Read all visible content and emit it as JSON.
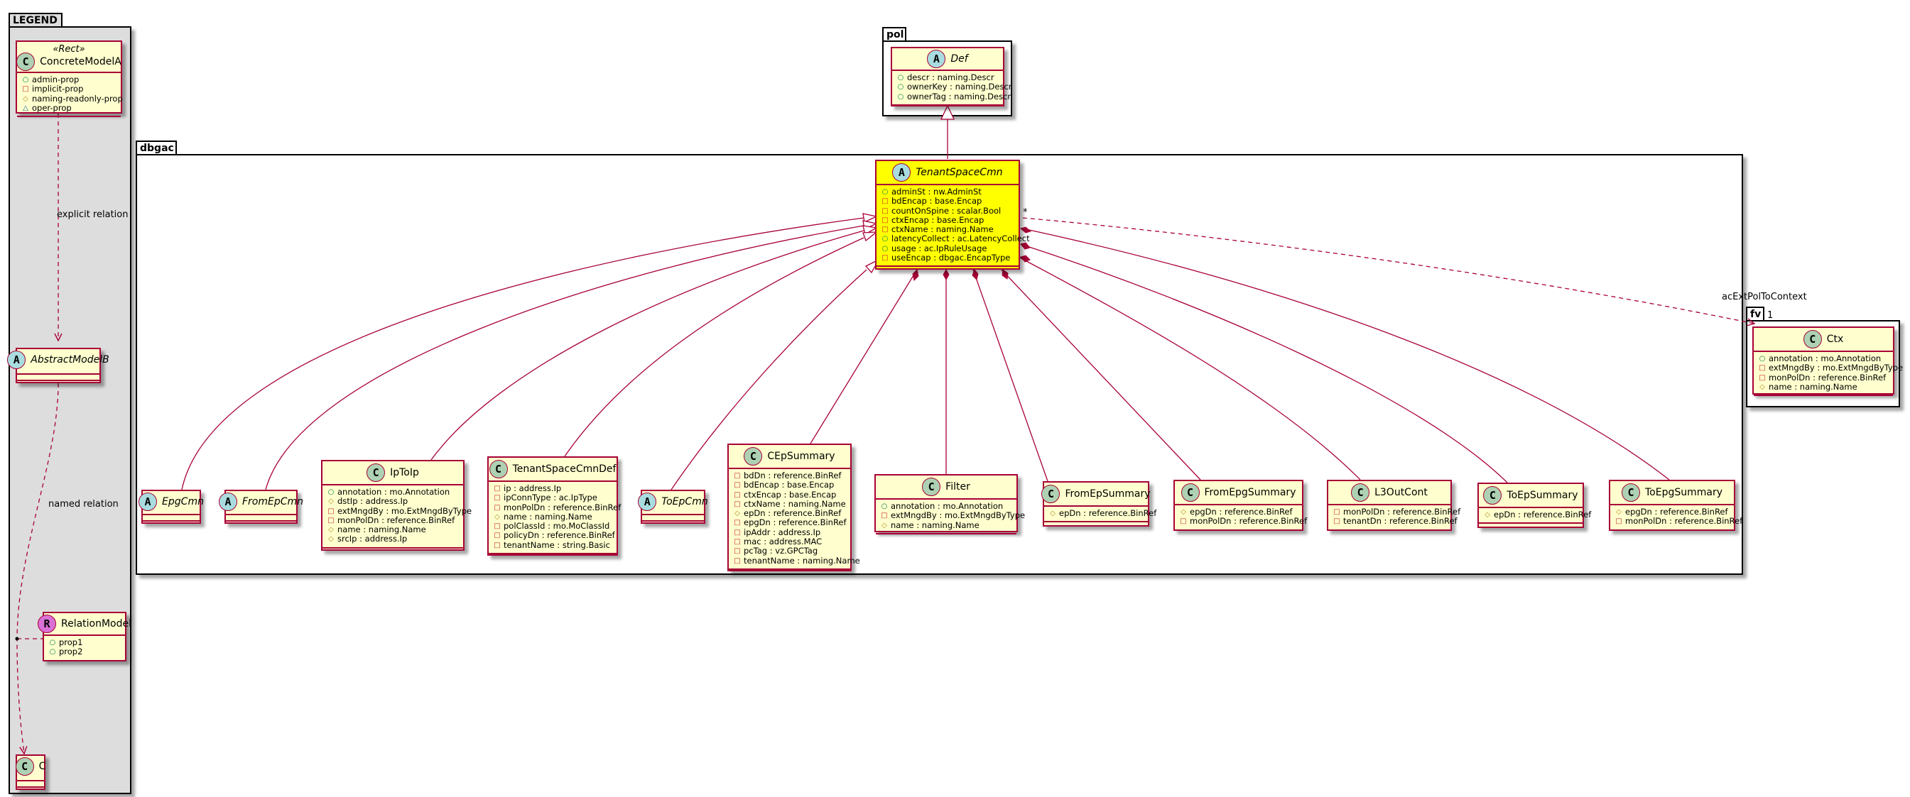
{
  "packages": {
    "legend": "LEGEND",
    "pol": "pol",
    "dbgac": "dbgac",
    "fv": "fv"
  },
  "legend": {
    "stereotype": "«Rect»",
    "concrete": {
      "name": "ConcreteModelA",
      "props": [
        {
          "vis": "+",
          "text": "admin-prop"
        },
        {
          "vis": "-",
          "text": "implicit-prop"
        },
        {
          "vis": "#",
          "text": "naming-readonly-prop"
        },
        {
          "vis": "~",
          "text": "oper-prop"
        }
      ]
    },
    "abstract_name": "AbstractModelB",
    "relation": {
      "name": "RelationModel",
      "props": [
        {
          "vis": "+",
          "text": "prop1"
        },
        {
          "vis": "+",
          "text": "prop2"
        }
      ]
    },
    "c_name": "C",
    "explicit_label": "explicit relation",
    "named_label": "named relation"
  },
  "classes": {
    "def": {
      "name": "Def",
      "props": [
        {
          "vis": "+",
          "text": "descr : naming.Descr"
        },
        {
          "vis": "+",
          "text": "ownerKey : naming.Descr"
        },
        {
          "vis": "+",
          "text": "ownerTag : naming.Descr"
        }
      ]
    },
    "tenantspacecmn": {
      "name": "TenantSpaceCmn",
      "props": [
        {
          "vis": "+",
          "text": "adminSt : nw.AdminSt"
        },
        {
          "vis": "-",
          "text": "bdEncap : base.Encap"
        },
        {
          "vis": "-",
          "text": "countOnSpine : scalar.Bool"
        },
        {
          "vis": "-",
          "text": "ctxEncap : base.Encap"
        },
        {
          "vis": "-",
          "text": "ctxName : naming.Name"
        },
        {
          "vis": "+",
          "text": "latencyCollect : ac.LatencyCollect"
        },
        {
          "vis": "+",
          "text": "usage : ac.IpRuleUsage"
        },
        {
          "vis": "-",
          "text": "useEncap : dbgac.EncapType"
        }
      ]
    },
    "epgcmn": {
      "name": "EpgCmn",
      "props": []
    },
    "fromepcmn": {
      "name": "FromEpCmn",
      "props": []
    },
    "iptoip": {
      "name": "IpToIp",
      "props": [
        {
          "vis": "+",
          "text": "annotation : mo.Annotation"
        },
        {
          "vis": "#",
          "text": "dstIp : address.Ip"
        },
        {
          "vis": "-",
          "text": "extMngdBy : mo.ExtMngdByType"
        },
        {
          "vis": "-",
          "text": "monPolDn : reference.BinRef"
        },
        {
          "vis": "#",
          "text": "name : naming.Name"
        },
        {
          "vis": "#",
          "text": "srcIp : address.Ip"
        }
      ]
    },
    "tenantspacecmndef": {
      "name": "TenantSpaceCmnDef",
      "props": [
        {
          "vis": "-",
          "text": "ip : address.Ip"
        },
        {
          "vis": "-",
          "text": "ipConnType : ac.IpType"
        },
        {
          "vis": "-",
          "text": "monPolDn : reference.BinRef"
        },
        {
          "vis": "#",
          "text": "name : naming.Name"
        },
        {
          "vis": "-",
          "text": "polClassId : mo.MoClassId"
        },
        {
          "vis": "-",
          "text": "policyDn : reference.BinRef"
        },
        {
          "vis": "-",
          "text": "tenantName : string.Basic"
        }
      ]
    },
    "toepcmn": {
      "name": "ToEpCmn",
      "props": []
    },
    "cepsummary": {
      "name": "CEpSummary",
      "props": [
        {
          "vis": "-",
          "text": "bdDn : reference.BinRef"
        },
        {
          "vis": "-",
          "text": "bdEncap : base.Encap"
        },
        {
          "vis": "-",
          "text": "ctxEncap : base.Encap"
        },
        {
          "vis": "-",
          "text": "ctxName : naming.Name"
        },
        {
          "vis": "#",
          "text": "epDn : reference.BinRef"
        },
        {
          "vis": "-",
          "text": "epgDn : reference.BinRef"
        },
        {
          "vis": "-",
          "text": "ipAddr : address.Ip"
        },
        {
          "vis": "-",
          "text": "mac : address.MAC"
        },
        {
          "vis": "-",
          "text": "pcTag : vz.GPCTag"
        },
        {
          "vis": "-",
          "text": "tenantName : naming.Name"
        }
      ]
    },
    "filter": {
      "name": "Filter",
      "props": [
        {
          "vis": "+",
          "text": "annotation : mo.Annotation"
        },
        {
          "vis": "-",
          "text": "extMngdBy : mo.ExtMngdByType"
        },
        {
          "vis": "#",
          "text": "name : naming.Name"
        }
      ]
    },
    "fromepsummary": {
      "name": "FromEpSummary",
      "props": [
        {
          "vis": "#",
          "text": "epDn : reference.BinRef"
        }
      ]
    },
    "fromepgsummary": {
      "name": "FromEpgSummary",
      "props": [
        {
          "vis": "#",
          "text": "epgDn : reference.BinRef"
        },
        {
          "vis": "-",
          "text": "monPolDn : reference.BinRef"
        }
      ]
    },
    "l3outcont": {
      "name": "L3OutCont",
      "props": [
        {
          "vis": "-",
          "text": "monPolDn : reference.BinRef"
        },
        {
          "vis": "-",
          "text": "tenantDn : reference.BinRef"
        }
      ]
    },
    "toepsummary": {
      "name": "ToEpSummary",
      "props": [
        {
          "vis": "#",
          "text": "epDn : reference.BinRef"
        }
      ]
    },
    "toepgsummary": {
      "name": "ToEpgSummary",
      "props": [
        {
          "vis": "#",
          "text": "epgDn : reference.BinRef"
        },
        {
          "vis": "-",
          "text": "monPolDn : reference.BinRef"
        }
      ]
    },
    "ctx": {
      "name": "Ctx",
      "props": [
        {
          "vis": "+",
          "text": "annotation : mo.Annotation"
        },
        {
          "vis": "-",
          "text": "extMngdBy : mo.ExtMngdByType"
        },
        {
          "vis": "-",
          "text": "monPolDn : reference.BinRef"
        },
        {
          "vis": "#",
          "text": "name : naming.Name"
        }
      ]
    }
  },
  "edge_labels": {
    "ctx_role": "acExtPolToContext",
    "mult_source": "*",
    "mult_target": "1"
  },
  "colors": {
    "class_fill": "#fefece",
    "highlight_fill": "#ffff00",
    "border": "#a80036",
    "legend_fill": "#dddddd"
  }
}
